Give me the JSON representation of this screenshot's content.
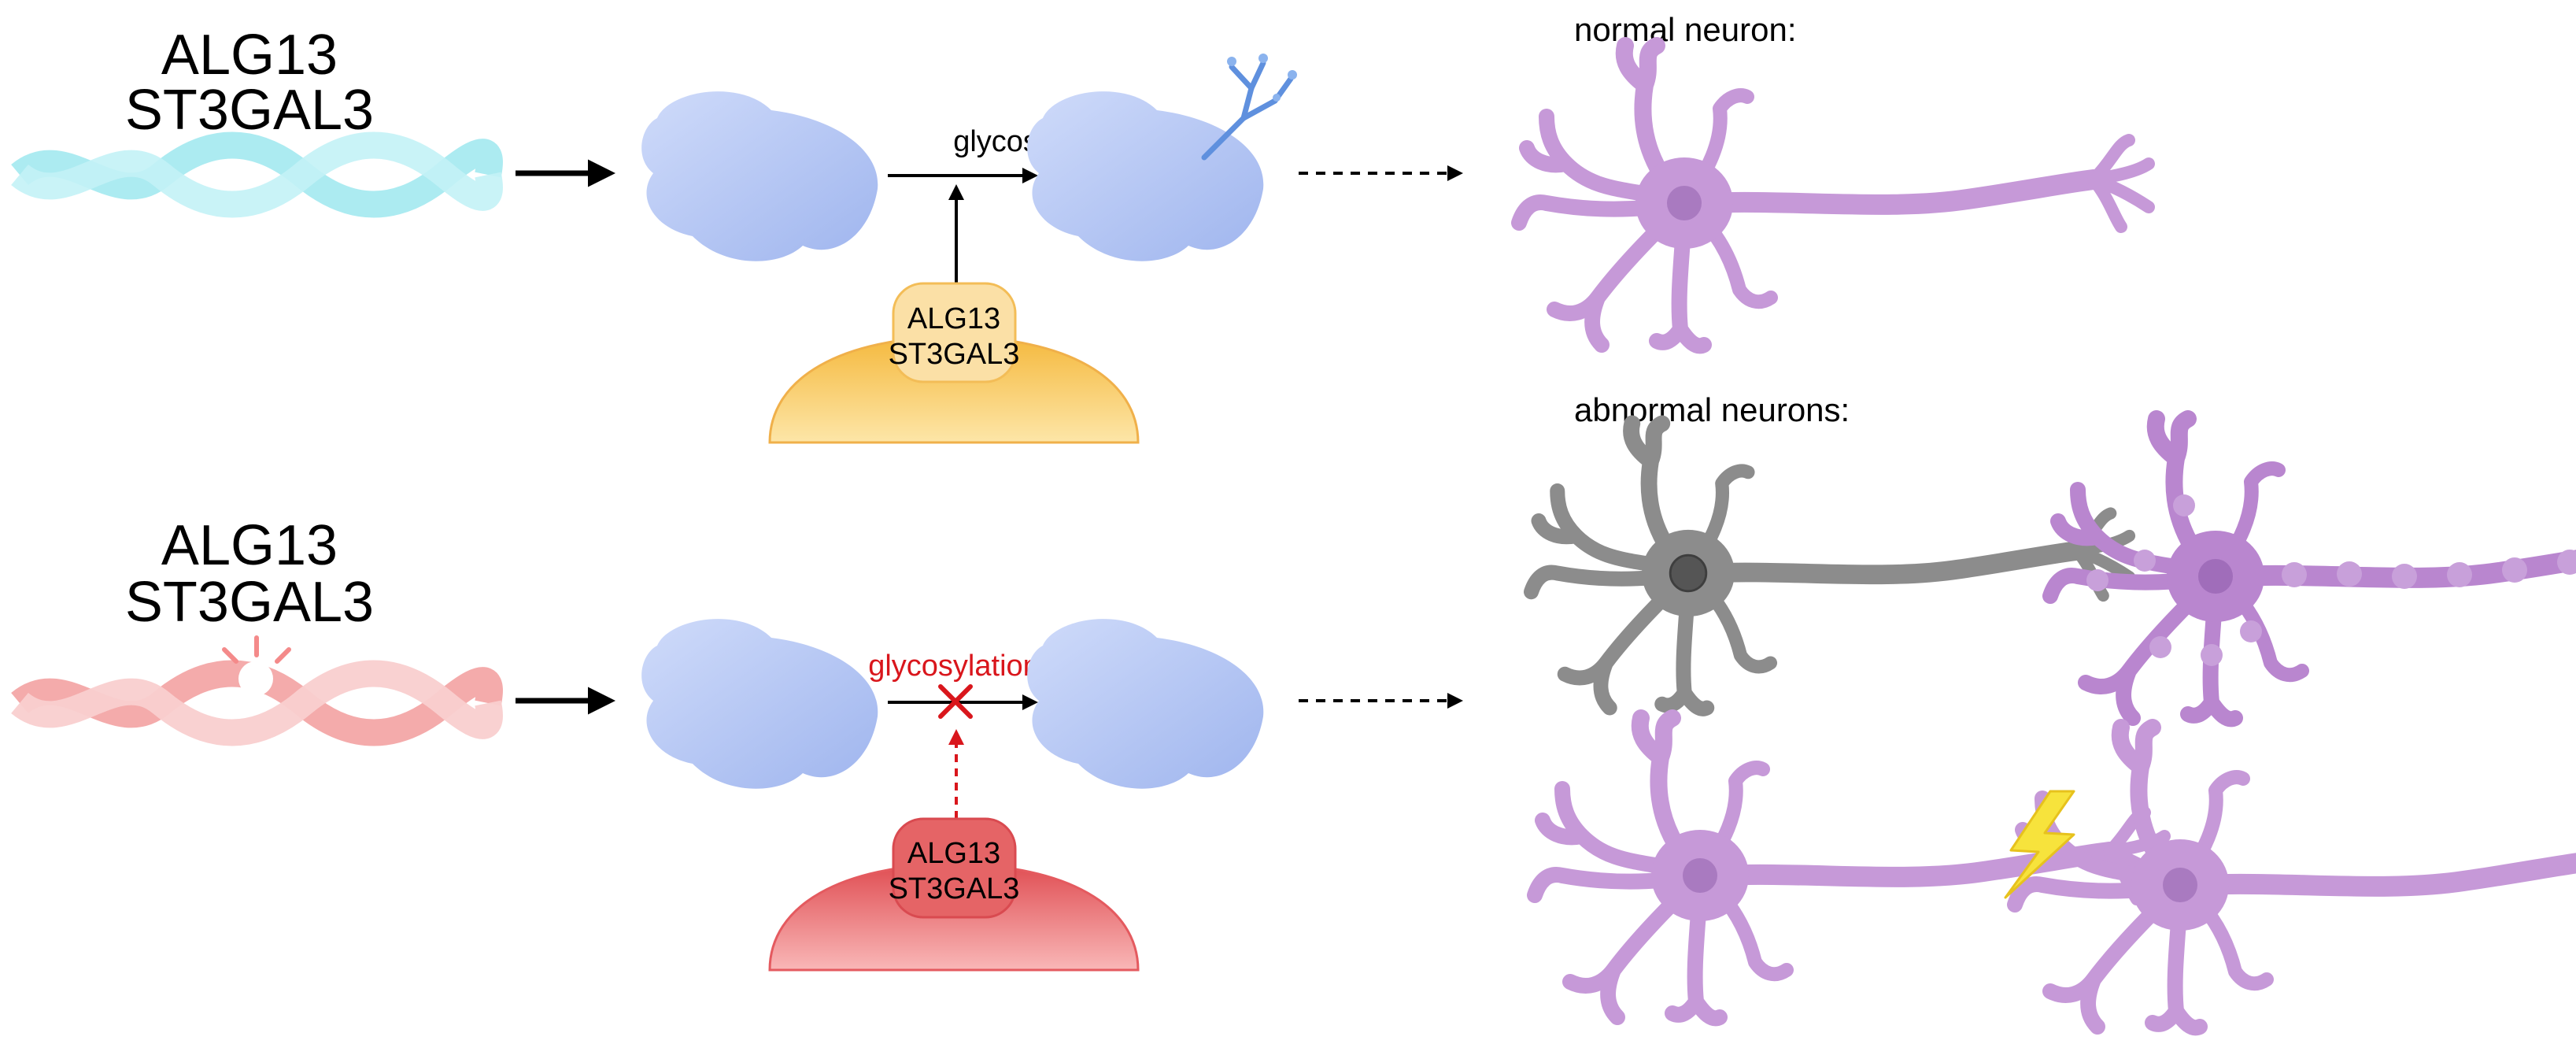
{
  "top_row": {
    "gene_name_1": "ALG13",
    "gene_name_2": "ST3GAL3",
    "process_label": "glycosylation",
    "enzyme_name_1": "ALG13",
    "enzyme_name_2": "ST3GAL3"
  },
  "bottom_row": {
    "gene_name_1": "ALG13",
    "gene_name_2": "ST3GAL3",
    "process_label": "glycosylation",
    "enzyme_name_1": "ALG13",
    "enzyme_name_2": "ST3GAL3"
  },
  "neurons": {
    "normal_heading": "normal neuron:",
    "abnormal_heading": "abnormal neurons:"
  },
  "colors": {
    "dna_normal": "#8fe3ec",
    "dna_mutant": "#f3a3a3",
    "protein": "#b7c8f4",
    "glycan": "#6a9be0",
    "enzyme_normal": "#f7c766",
    "enzyme_mutant": "#e96464",
    "neuron_normal": "#c699d8",
    "neuron_gray": "#8c8c8c",
    "process_blocked": "#d9161c",
    "spark": "#f4e23a"
  }
}
